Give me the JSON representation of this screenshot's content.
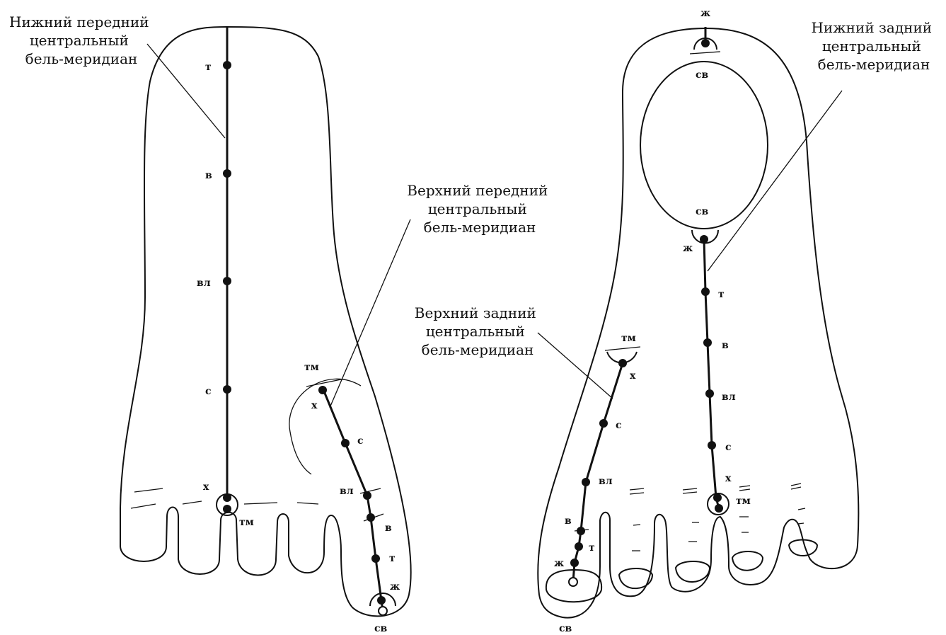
{
  "left_foot": {
    "lower_front_meridian": {
      "label": [
        "Нижний передний",
        "центральный",
        "бель-меридиан"
      ],
      "points": [
        "т",
        "в",
        "вл",
        "с",
        "х",
        "тм"
      ]
    },
    "upper_front_meridian": {
      "label": [
        "Верхний передний",
        "центральный",
        "бель-меридиан"
      ],
      "points": [
        "тм",
        "х",
        "с",
        "вл",
        "в",
        "т",
        "ж",
        "св"
      ]
    }
  },
  "right_foot": {
    "lower_back_meridian": {
      "label": [
        "Нижний задний",
        "центральный",
        "бель-меридиан"
      ],
      "points": [
        "ж",
        "св",
        "св",
        "ж",
        "т",
        "в",
        "вл",
        "с",
        "х",
        "тм"
      ]
    },
    "upper_back_meridian": {
      "label": [
        "Верхний задний",
        "центральный",
        "бель-меридиан"
      ],
      "points": [
        "тм",
        "х",
        "с",
        "вл",
        "в",
        "т",
        "ж",
        "св"
      ]
    }
  }
}
